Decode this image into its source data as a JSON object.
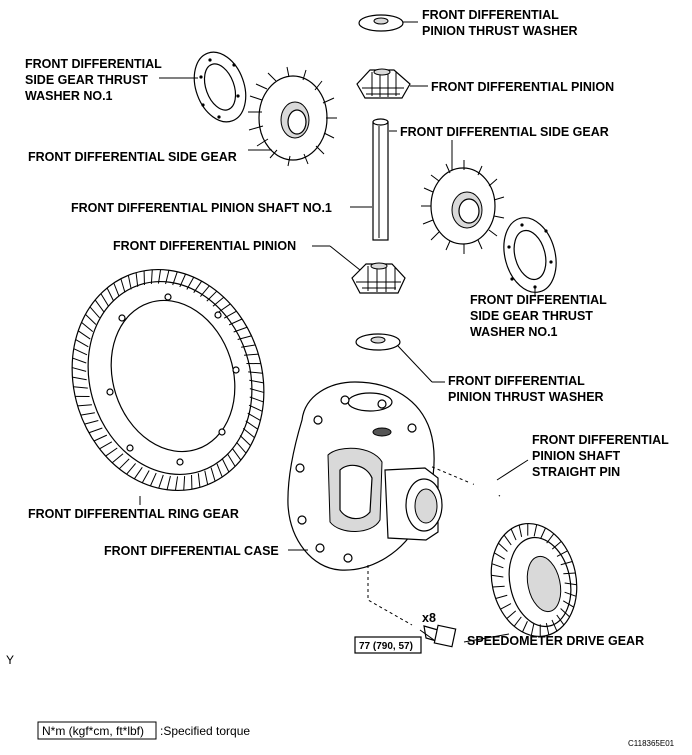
{
  "labels": {
    "pinion_thrust_washer_top_1": "FRONT DIFFERENTIAL",
    "pinion_thrust_washer_top_2": "PINION THRUST WASHER",
    "side_gear_washer_left_1": "FRONT DIFFERENTIAL",
    "side_gear_washer_left_2": "SIDE GEAR THRUST",
    "side_gear_washer_left_3": "WASHER NO.1",
    "pinion_top": "FRONT DIFFERENTIAL PINION",
    "side_gear_right": "FRONT DIFFERENTIAL SIDE GEAR",
    "side_gear_left": "FRONT DIFFERENTIAL SIDE GEAR",
    "pinion_shaft": "FRONT DIFFERENTIAL PINION SHAFT NO.1",
    "pinion_lower": "FRONT DIFFERENTIAL PINION",
    "side_gear_washer_right_1": "FRONT DIFFERENTIAL",
    "side_gear_washer_right_2": "SIDE GEAR THRUST",
    "side_gear_washer_right_3": "WASHER NO.1",
    "pinion_thrust_washer_lower_1": "FRONT DIFFERENTIAL",
    "pinion_thrust_washer_lower_2": "PINION THRUST WASHER",
    "straight_pin_1": "FRONT DIFFERENTIAL",
    "straight_pin_2": "PINION SHAFT",
    "straight_pin_3": "STRAIGHT PIN",
    "ring_gear": "FRONT DIFFERENTIAL RING GEAR",
    "case": "FRONT DIFFERENTIAL CASE",
    "speedometer_gear": "SPEEDOMETER DRIVE GEAR",
    "bolt_qty": "x8"
  },
  "torque": {
    "value": "77 (790, 57)",
    "legend_box": "N*m (kgf*cm, ft*lbf)",
    "legend_text": ":Specified torque"
  },
  "corner": {
    "left_mark": "Y",
    "figure_code": "C118365E01"
  }
}
